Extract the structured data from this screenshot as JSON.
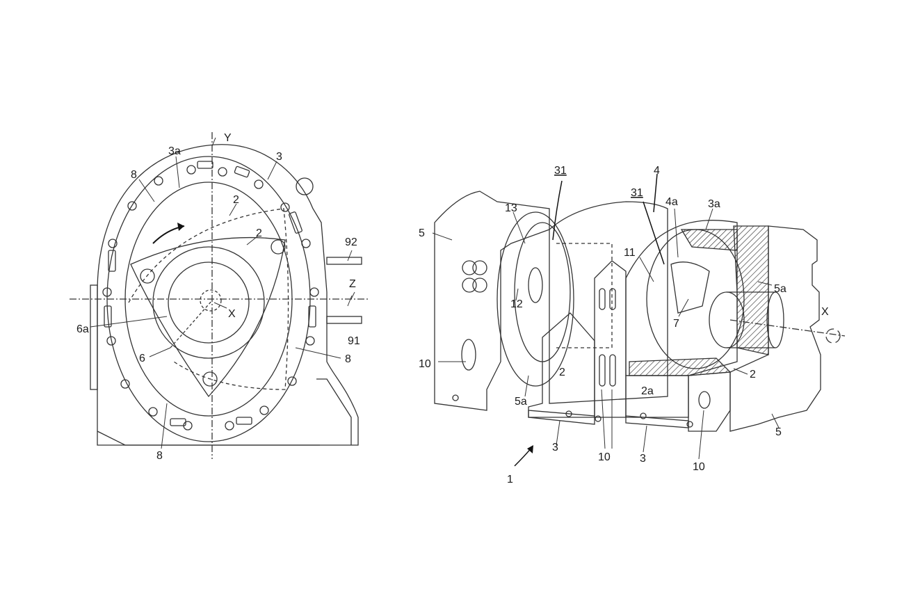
{
  "left_figure": {
    "labels": {
      "y_axis": "Y",
      "z_axis": "Z",
      "x_center": "X",
      "ref_3": "3",
      "ref_3a": "3a",
      "ref_8_top": "8",
      "ref_2_outer": "2",
      "ref_2_inner": "2",
      "ref_92": "92",
      "ref_91": "91",
      "ref_6a": "6a",
      "ref_6": "6",
      "ref_8_right": "8",
      "ref_8_bottom": "8"
    }
  },
  "right_figure": {
    "labels": {
      "ref_31_left": "31",
      "ref_31_mid": "31",
      "ref_4": "4",
      "ref_4a": "4a",
      "ref_3a": "3a",
      "ref_5_left": "5",
      "ref_13": "13",
      "ref_11": "11",
      "ref_12": "12",
      "ref_5a_right": "5a",
      "ref_7": "7",
      "ref_x_axis": "X",
      "ref_10_left": "10",
      "ref_2_left": "2",
      "ref_2a": "2a",
      "ref_2_right": "2",
      "ref_5a_left": "5a",
      "ref_3_left": "3",
      "ref_10_mid": "10",
      "ref_3_mid": "3",
      "ref_10_right": "10",
      "ref_5_right": "5",
      "ref_1": "1"
    }
  }
}
